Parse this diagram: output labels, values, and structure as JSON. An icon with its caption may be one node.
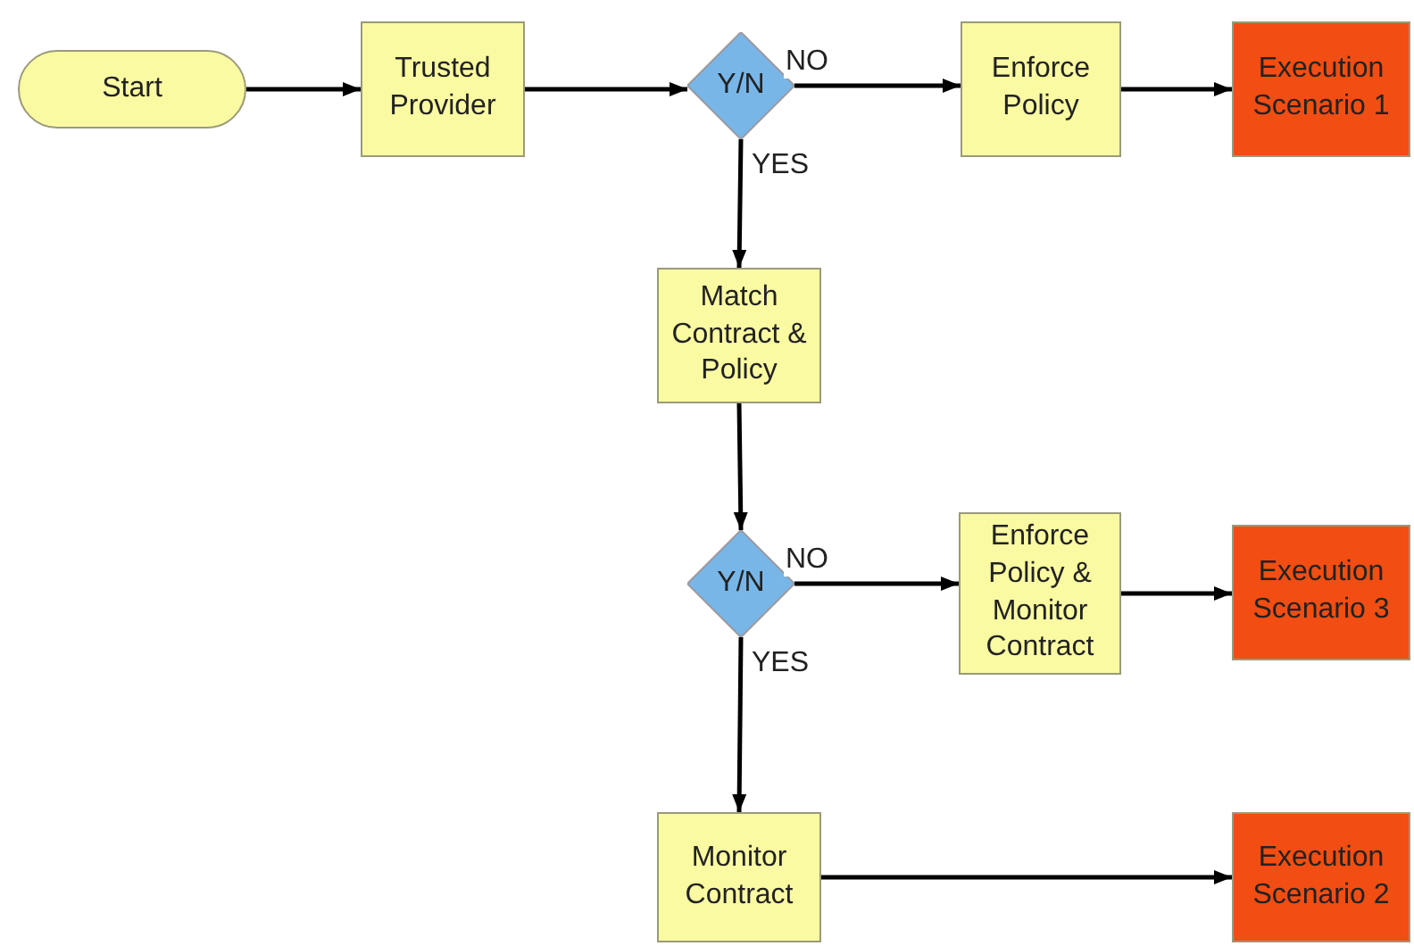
{
  "diagram": {
    "nodes": [
      {
        "text": [
          "Start"
        ]
      },
      {
        "text": [
          "Trusted Provider"
        ]
      },
      {
        "text": [
          "Y/N"
        ]
      },
      {
        "text": [
          "Enforce Policy"
        ]
      },
      {
        "text": [
          "Execution Scenario 1"
        ]
      },
      {
        "text": [
          "Match Contract & Policy"
        ]
      },
      {
        "text": [
          "Y/N"
        ]
      },
      {
        "text": [
          "Enforce Policy & Monitor Contract"
        ]
      },
      {
        "text": [
          "Execution Scenario 3"
        ]
      },
      {
        "text": [
          "Monitor Contract"
        ]
      },
      {
        "text": [
          "Execution Scenario 2"
        ]
      }
    ],
    "edges": [
      {
        "from": 0,
        "to": 1,
        "arrow": "to"
      },
      {
        "from": 1,
        "to": 2,
        "arrow": "to"
      },
      {
        "from": 2,
        "to": 3,
        "arrow": "to",
        "label": "NO"
      },
      {
        "from": 3,
        "to": 4,
        "arrow": "to"
      },
      {
        "from": 2,
        "to": 5,
        "arrow": "to",
        "label": "YES"
      },
      {
        "from": 5,
        "to": 6,
        "arrow": "to"
      },
      {
        "from": 6,
        "to": 7,
        "arrow": "to",
        "label": "NO"
      },
      {
        "from": 7,
        "to": 8,
        "arrow": "to"
      },
      {
        "from": 6,
        "to": 9,
        "arrow": "to",
        "label": "YES"
      },
      {
        "from": 9,
        "to": 10,
        "arrow": "to"
      }
    ]
  }
}
